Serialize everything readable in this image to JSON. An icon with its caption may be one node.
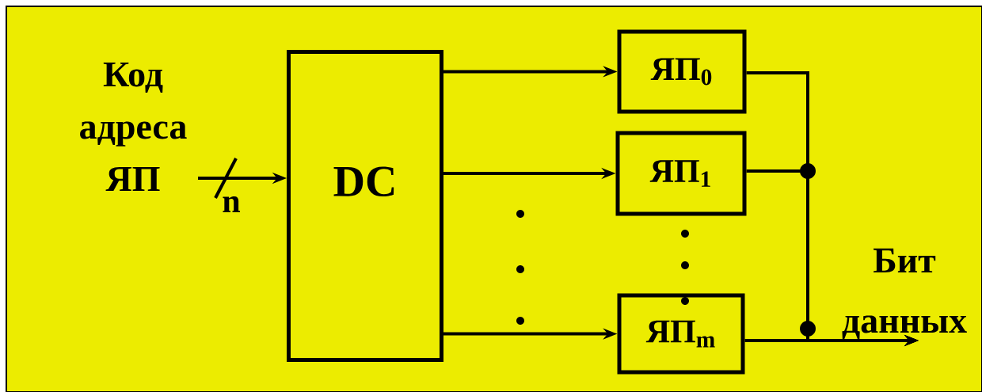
{
  "diagram": {
    "nodes": [
      {
        "text": [
          "Код адреса ЯП"
        ]
      },
      {
        "text": [
          "DC"
        ]
      },
      {
        "text": [
          "ЯП$_{0}$"
        ]
      },
      {
        "text": [
          "ЯП$_{1}$"
        ]
      },
      {
        "text": [
          "ЯП$_{m}$"
        ]
      },
      {
        "text": [
          "Бит данных"
        ]
      }
    ],
    "edges": [
      {
        "from": 0,
        "to": 1,
        "arrow": "to",
        "label": "n"
      },
      {
        "from": 1,
        "to": 2,
        "arrow": "to"
      },
      {
        "from": 1,
        "to": 3,
        "arrow": "to"
      },
      {
        "from": 1,
        "to": 4,
        "arrow": "to"
      },
      {
        "from": 2,
        "to": 5,
        "arrow": "to"
      },
      {
        "from": 3,
        "to": 5,
        "arrow": "to"
      },
      {
        "from": 4,
        "to": 5,
        "arrow": "to"
      }
    ]
  }
}
